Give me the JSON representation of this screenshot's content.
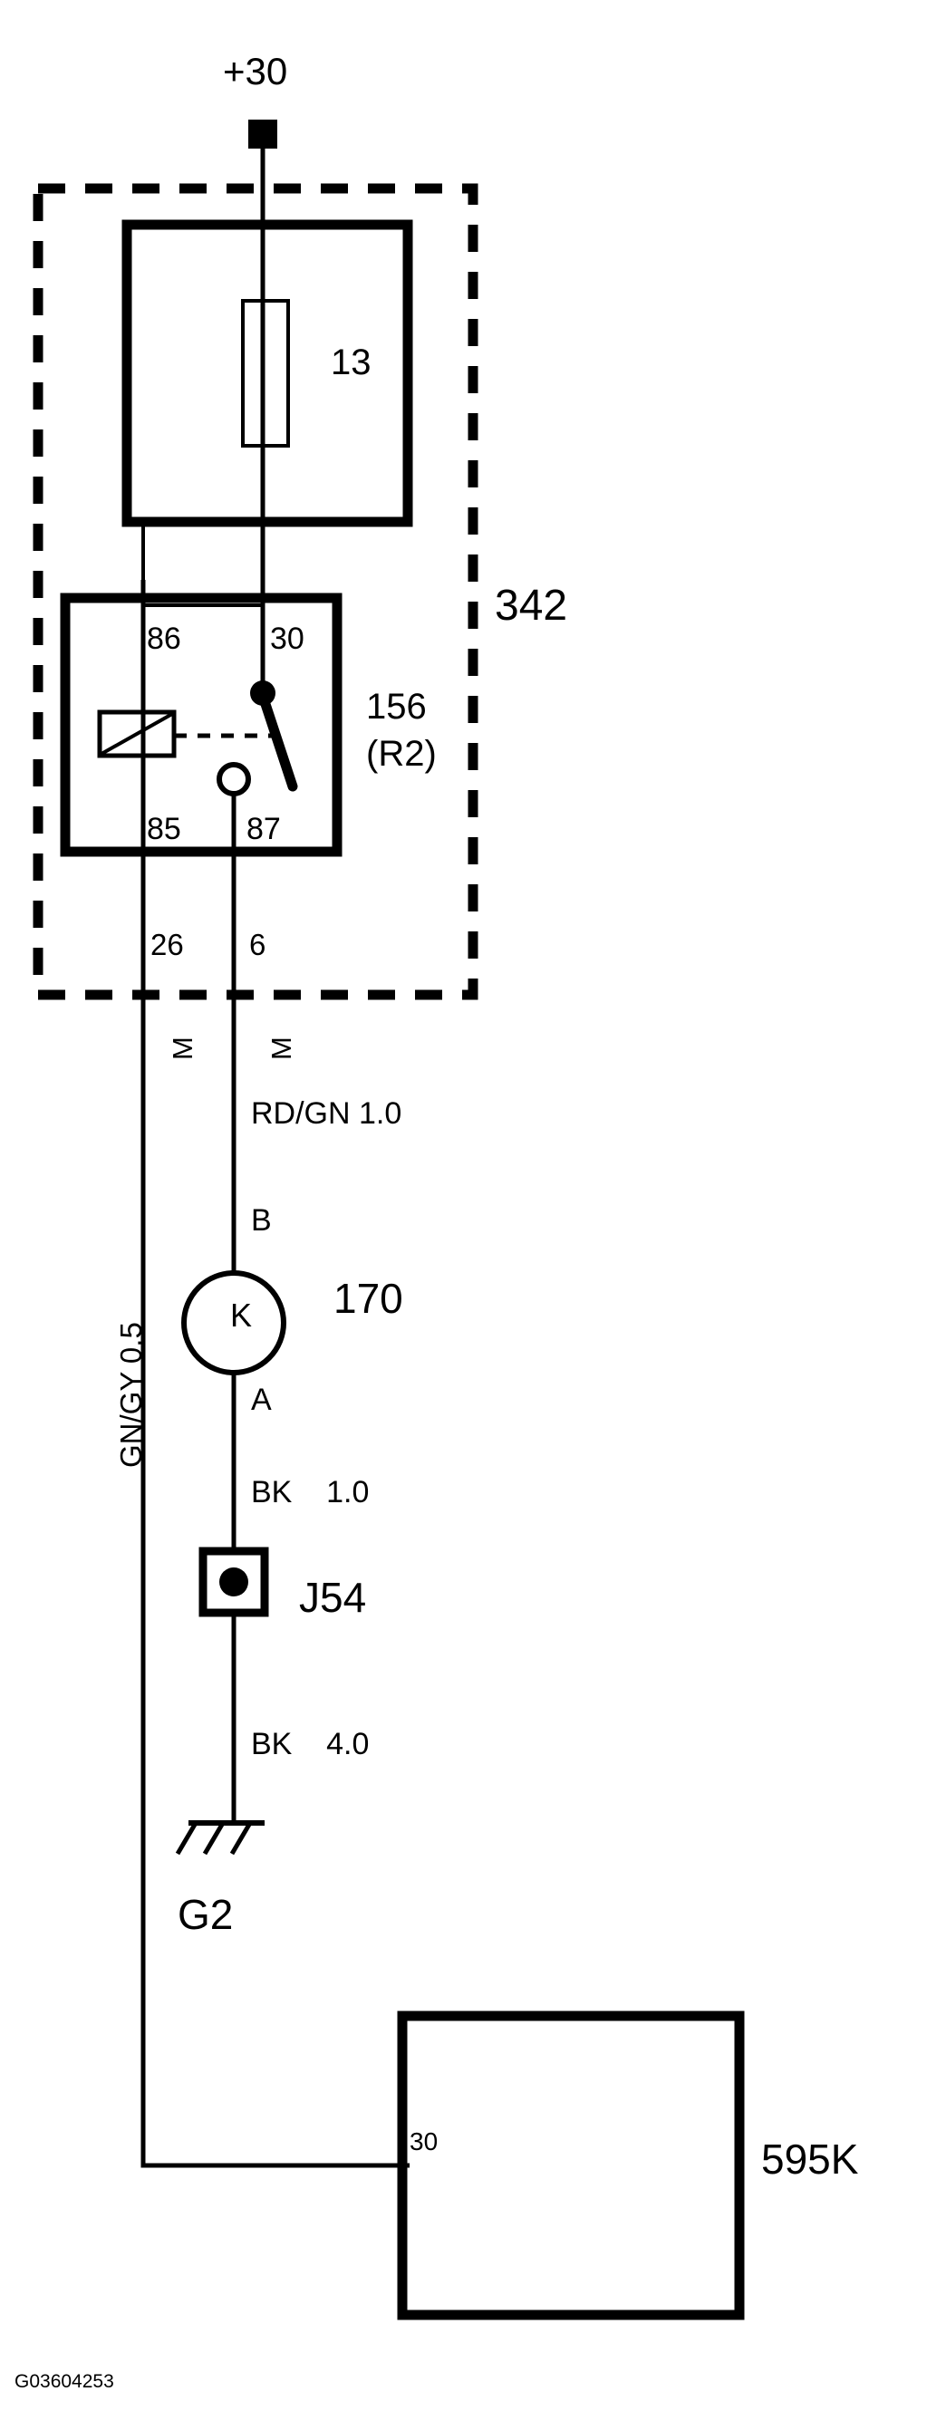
{
  "diagram": {
    "footer_code": "G03604253",
    "power_source_label": "+30",
    "module_342": {
      "id_label": "342",
      "fuse": {
        "number_label": "13"
      },
      "relay": {
        "id_label": "156",
        "sub_label": "(R2)",
        "terminals": {
          "coil_plus": "86",
          "common": "30",
          "coil_minus": "85",
          "no_contact": "87"
        }
      },
      "connector_pins": {
        "left_pin": "26",
        "right_pin": "6",
        "left_connector": "M",
        "right_connector": "M"
      }
    },
    "wires": {
      "relay_out": {
        "color": "RD/GN",
        "gauge": "1.0",
        "text": "RD/GN 1.0"
      },
      "coil_ground": {
        "color": "GN/GY",
        "gauge": "0.5",
        "text": "GN/GY 0.5"
      },
      "k_to_splice": {
        "color": "BK",
        "gauge": "1.0",
        "text": "BK    1.0"
      },
      "splice_to_ground": {
        "color": "BK",
        "gauge": "4.0",
        "text": "BK    4.0"
      }
    },
    "component_170": {
      "id_label": "170",
      "symbol_letter": "K",
      "pin_top": "B",
      "pin_bottom": "A"
    },
    "splice": {
      "id_label": "J54"
    },
    "ground": {
      "id_label": "G2"
    },
    "component_595k": {
      "id_label": "595K",
      "pin_label": "30"
    }
  },
  "colors": {
    "line": "#000000",
    "background": "#ffffff"
  }
}
